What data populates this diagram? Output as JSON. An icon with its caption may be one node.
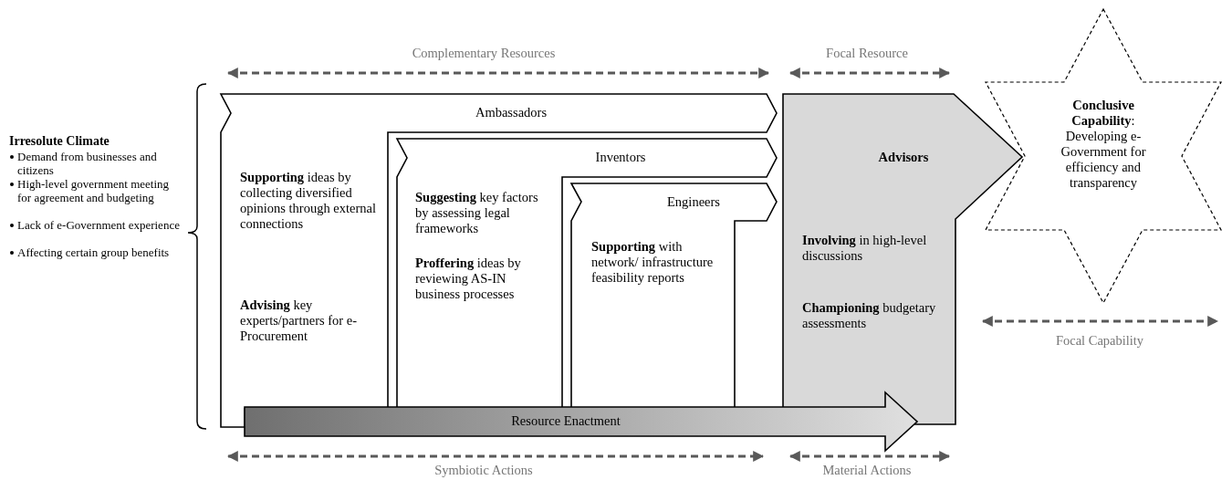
{
  "diagram": {
    "nodes": [
      {
        "text": [
          "Ambassadors",
          "**Supporting** ideas by collecting diversified opinions through external connections",
          "**Advising** key experts/partners for e-Procurement"
        ]
      },
      {
        "text": [
          "Inventors",
          "**Suggesting** key factors by assessing legal frameworks",
          "**Proffering** ideas by reviewing AS-IN business processes"
        ]
      },
      {
        "text": [
          "Engineers",
          "**Supporting** with network/ infrastructure feasibility reports"
        ]
      },
      {
        "text": [
          "Advisors",
          "**Involving** in high-level discussions",
          "**Championing** budgetary assessments"
        ]
      },
      {
        "text": [
          "Resource Enactment"
        ]
      },
      {
        "text": [
          "**Conclusive Capability**: Developing e-Government for efficiency and transparency"
        ]
      }
    ],
    "labels": [
      "Complementary Resources",
      "Focal Resource",
      "Irresolute Climate",
      "Demand from businesses and citizens",
      "High-level government meeting for agreement and budgeting",
      "Lack of e-Government experience",
      "Affecting certain group benefits",
      "Focal Capability",
      "Symbiotic Actions",
      "Material Actions"
    ]
  }
}
